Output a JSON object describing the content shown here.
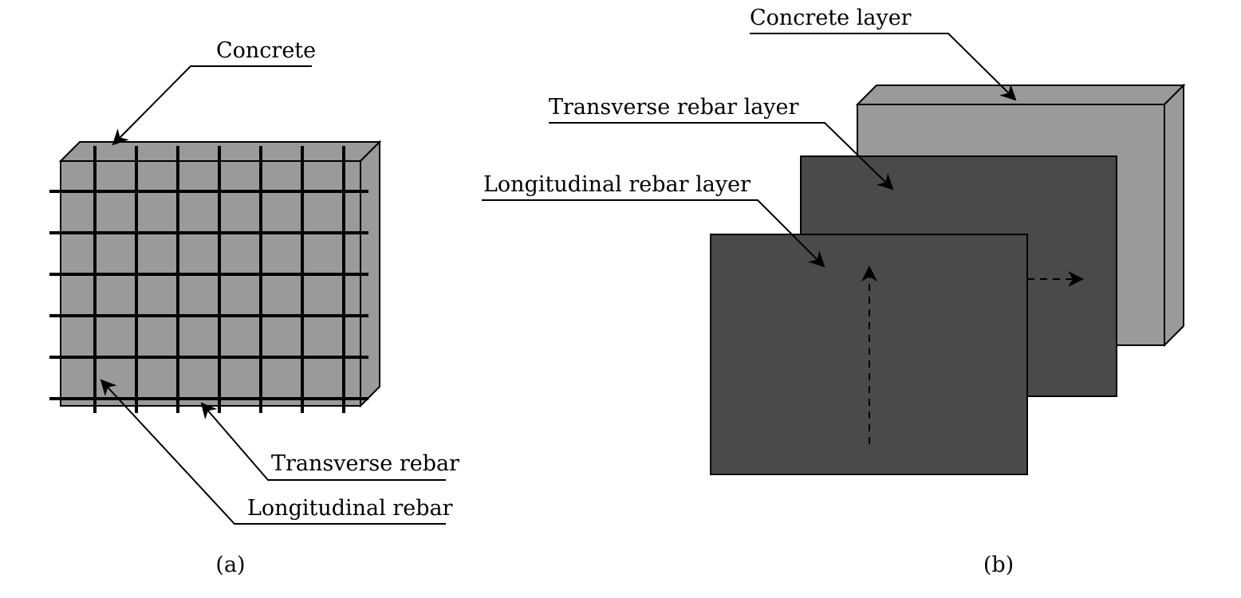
{
  "panel_a": {
    "caption": "(a)",
    "labels": {
      "concrete": "Concrete",
      "transverse_rebar": "Transverse rebar",
      "longitudinal_rebar": "Longitudinal rebar"
    }
  },
  "panel_b": {
    "caption": "(b)",
    "labels": {
      "concrete_layer": "Concrete layer",
      "transverse_rebar_layer": "Transverse rebar layer",
      "longitudinal_rebar_layer": "Longitudinal rebar layer"
    }
  },
  "colors": {
    "concrete": "#9a9a9a",
    "rebar_layer": "#4a4a4a",
    "stroke": "#000000",
    "background": "#ffffff"
  }
}
